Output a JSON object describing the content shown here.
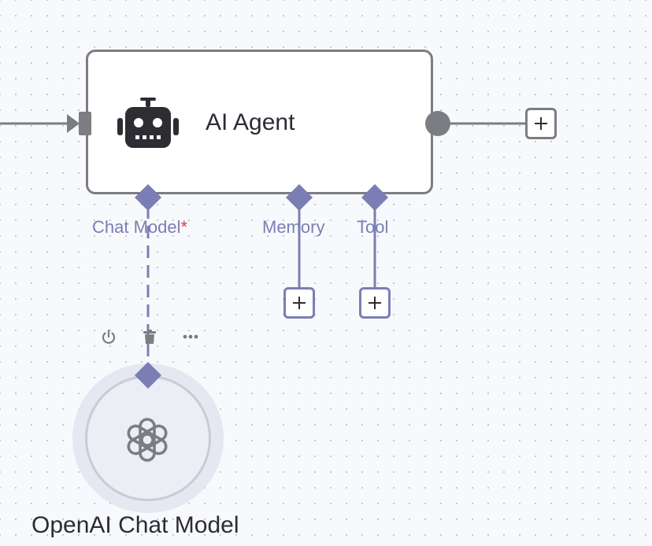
{
  "agent_node": {
    "title": "AI Agent",
    "icon": "robot-icon"
  },
  "ports": {
    "chat_model": {
      "label": "Chat Model",
      "required_mark": "*"
    },
    "memory": {
      "label": "Memory"
    },
    "tool": {
      "label": "Tool"
    }
  },
  "node_toolbar": {
    "items": [
      "power-icon",
      "trash-icon",
      "more-icon"
    ]
  },
  "model_node": {
    "label": "OpenAI Chat Model",
    "icon": "openai-logo-icon"
  },
  "colors": {
    "node_border": "#7b7d83",
    "port_accent": "#7b7eb4",
    "required": "#e0395a",
    "canvas_bg": "#f8f9fc"
  }
}
